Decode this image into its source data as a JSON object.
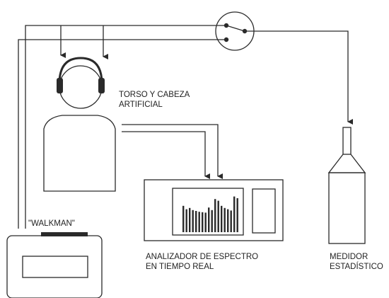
{
  "labels": {
    "torso_line1": "TORSO Y CABEZA",
    "torso_line2": "ARTIFICIAL",
    "walkman": "\"WALKMAN\"",
    "analyzer_line1": "ANALIZADOR DE ESPECTRO",
    "analyzer_line2": "EN TIEMPO REAL",
    "meter_line1": "MEDIDOR",
    "meter_line2": "ESTADÍSTICO"
  },
  "spectrum_bars": [
    62,
    54,
    57,
    52,
    50,
    48,
    47,
    46,
    58,
    52,
    78,
    74,
    62,
    57,
    54,
    51,
    84,
    80
  ],
  "colors": {
    "line": "#2a2a2a",
    "fill": "#ffffff"
  }
}
